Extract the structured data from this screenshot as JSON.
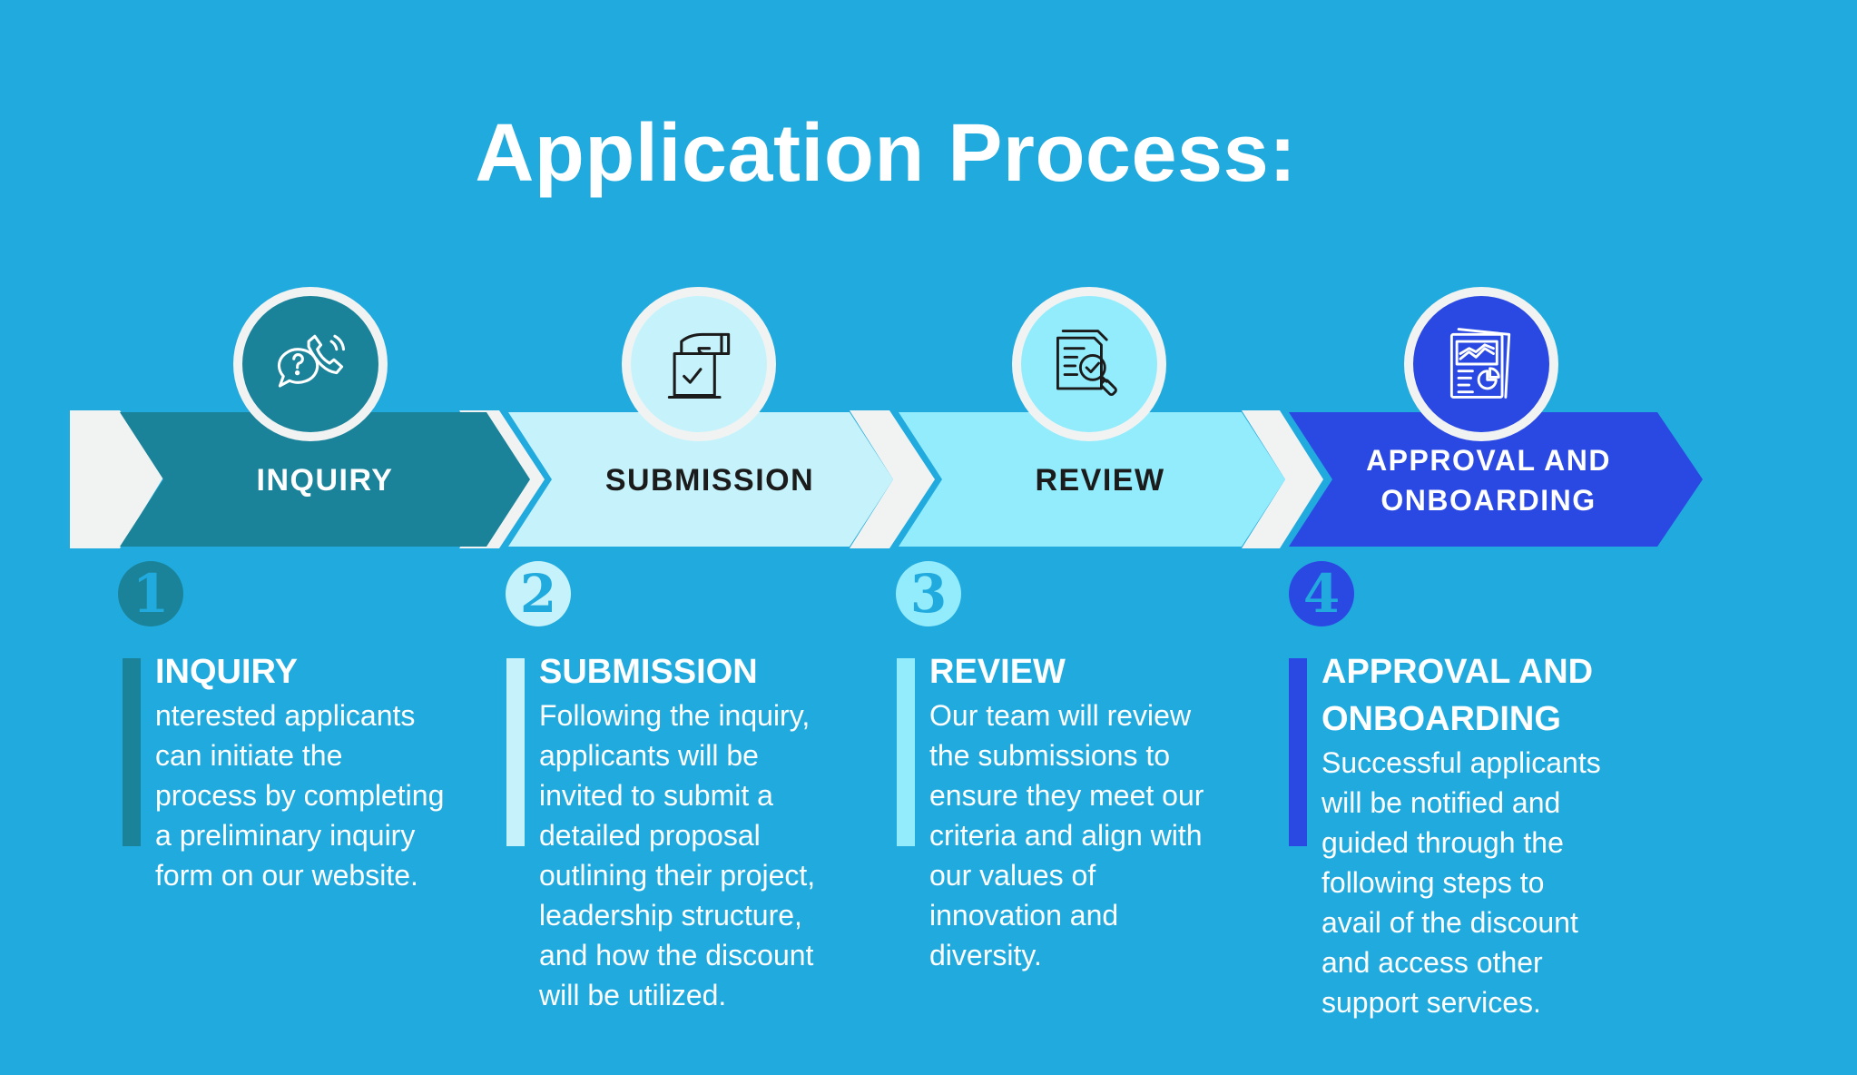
{
  "title": "Application Process:",
  "colors": {
    "background": "#21aade",
    "step1": "#1a8399",
    "step2": "#c6f3fb",
    "step3": "#93ecfc",
    "step4": "#2a48e2",
    "separator": "#f1f3f3"
  },
  "steps": [
    {
      "number": "1",
      "banner_label": "INQUIRY",
      "icon": "phone-chat-icon",
      "heading": "INQUIRY",
      "body": "nterested applicants\ncan initiate the\nprocess by completing\na preliminary inquiry\nform on our website."
    },
    {
      "number": "2",
      "banner_label": "SUBMISSION",
      "icon": "ballot-submission-icon",
      "heading": "SUBMISSION",
      "body": "Following the inquiry,\napplicants will be\ninvited to submit a\ndetailed proposal\noutlining their project,\nleadership structure,\nand how the discount\nwill be utilized."
    },
    {
      "number": "3",
      "banner_label": "REVIEW",
      "icon": "document-review-icon",
      "heading": "REVIEW",
      "body": "Our team will review\nthe submissions to\nensure they meet our\ncriteria and align with\nour values of\ninnovation and\ndiversity."
    },
    {
      "number": "4",
      "banner_label": "APPROVAL AND\nONBOARDING",
      "icon": "report-chart-icon",
      "heading": "APPROVAL AND\nONBOARDING",
      "body": "Successful applicants\nwill be notified and\nguided through the\nfollowing steps to\navail of the discount\nand access other\nsupport services."
    }
  ]
}
